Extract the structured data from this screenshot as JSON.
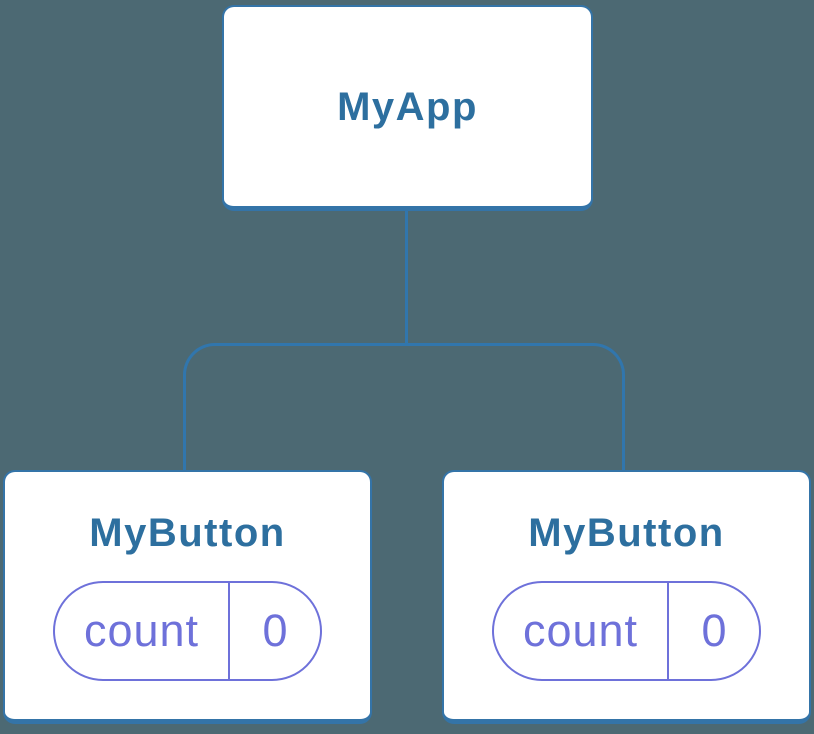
{
  "diagram": {
    "kind": "react-component-tree",
    "root": {
      "title": "MyApp"
    },
    "children": [
      {
        "title": "MyButton",
        "state": {
          "label": "count",
          "value": "0"
        }
      },
      {
        "title": "MyButton",
        "state": {
          "label": "count",
          "value": "0"
        }
      }
    ],
    "colors": {
      "background": "#4c6973",
      "card_background": "#ffffff",
      "card_border": "#3474a8",
      "title_text": "#2d6f9f",
      "connector_line": "#3176ad",
      "state_accent": "#6e71da"
    }
  }
}
